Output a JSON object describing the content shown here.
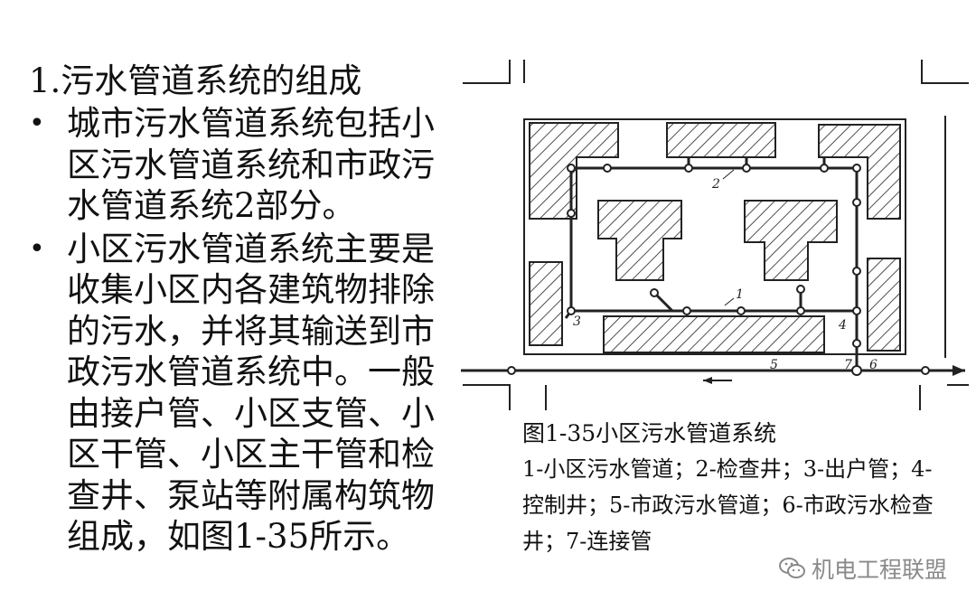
{
  "slide": {
    "heading": "1.污水管道系统的组成",
    "bullets": [
      {
        "marker": "•",
        "text": "城市污水管道系统包括小区污水管道系统和市政污水管道系统2部分。"
      },
      {
        "marker": "•",
        "text": "小区污水管道系统主要是收集小区内各建筑物排除的污水，并将其输送到市政污水管道系统中。一般由接户管、小区支管、小区干管、小区主干管和检查井、泵站等附属构筑物组成，如图1-35所示。"
      }
    ]
  },
  "figure": {
    "labels": [
      "1",
      "2",
      "3",
      "4",
      "5",
      "6",
      "7"
    ],
    "caption_title": "图1-35小区污水管道系统",
    "caption_legend": "1-小区污水管道；2-检查井；3-出户管；4-控制井；5-市政污水管道；6-市政污水检查井；7-连接管"
  },
  "watermark": {
    "icon": "wechat-icon",
    "text": "机电工程联盟"
  }
}
